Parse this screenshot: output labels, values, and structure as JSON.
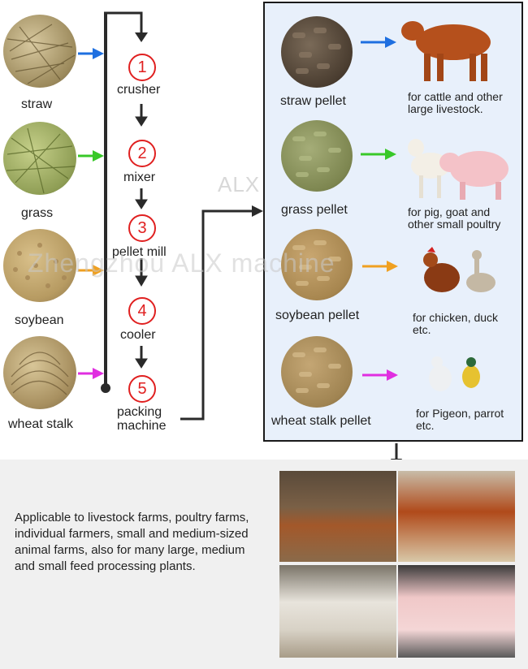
{
  "materials": [
    {
      "label": "straw"
    },
    {
      "label": "grass"
    },
    {
      "label": "soybean"
    },
    {
      "label": "wheat stalk"
    }
  ],
  "steps": [
    {
      "num": "1",
      "label": "crusher"
    },
    {
      "num": "2",
      "label": "mixer"
    },
    {
      "num": "3",
      "label": "pellet mill"
    },
    {
      "num": "4",
      "label": "cooler"
    },
    {
      "num": "5",
      "label_line1": "packing",
      "label_line2": "machine"
    }
  ],
  "pellets": [
    {
      "label": "straw pellet",
      "use_line1": "for cattle and other",
      "use_line2": "large livestock."
    },
    {
      "label": "grass pellet",
      "use_line1": "for pig, goat and",
      "use_line2": "other small poultry"
    },
    {
      "label": "soybean pellet",
      "use_line1": "for chicken, duck",
      "use_line2": "etc."
    },
    {
      "label": "wheat stalk pellet",
      "use_line1": "for Pigeon, parrot",
      "use_line2": "etc."
    }
  ],
  "bottom_text": "Applicable to livestock farms, poultry farms, individual farmers, small and medium-sized animal farms, also for many large, medium and small feed processing plants.",
  "watermark": {
    "logo": "ALX",
    "text": "Zhengzhou ALX machine"
  },
  "colors": {
    "straw_arrow": "#1e6fe0",
    "grass_arrow": "#38c828",
    "soybean_arrow": "#f0a020",
    "wheat_arrow": "#e02ee0",
    "step_red": "#e02020",
    "panel_bg": "#e8f0fb"
  }
}
